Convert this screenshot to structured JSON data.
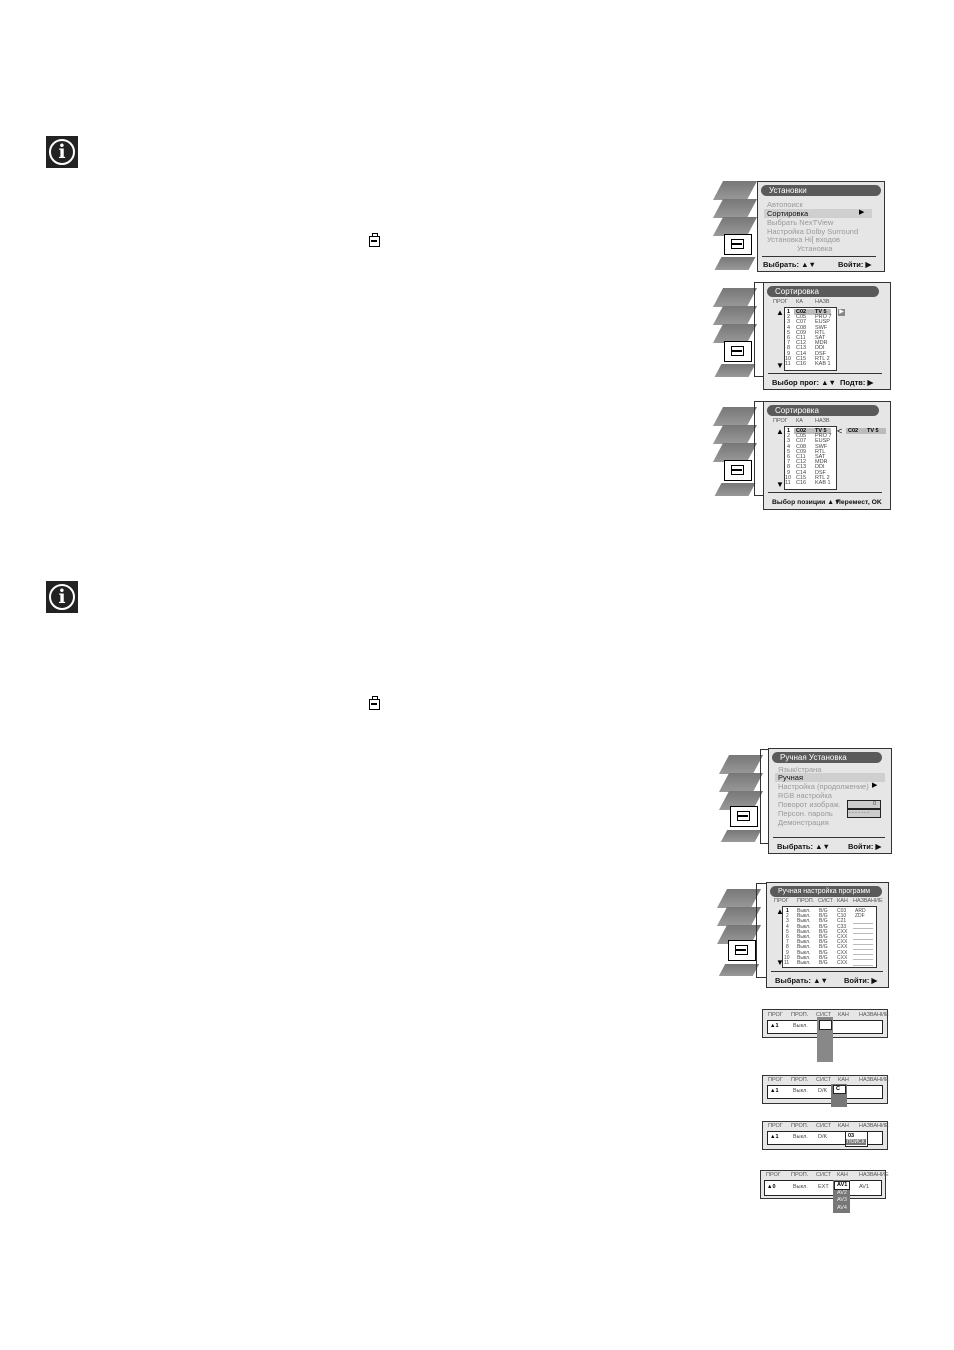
{
  "installation_menu": {
    "title": "Установки",
    "items": [
      "Автопоиск",
      "Сортировка",
      "Выбрать NexTView",
      "Настройка Dolby Surround",
      "Установка Hi[ входов",
      "Установка"
    ],
    "select_hint": "Выбрать: ▲▼",
    "enter_hint": "Войти: ▶"
  },
  "sort_menu_1": {
    "title": "Сортировка",
    "col_prog": "ПРОГ",
    "col_ch": "КА",
    "col_name": "НАЗВ",
    "rows": [
      [
        "1",
        "C02",
        "TV 5"
      ],
      [
        "2",
        "C05",
        "PRO 7"
      ],
      [
        "3",
        "C07",
        "EUSP"
      ],
      [
        "4",
        "C08",
        "SWF"
      ],
      [
        "5",
        "C09",
        "RTL"
      ],
      [
        "6",
        "C11",
        "SAT"
      ],
      [
        "7",
        "C12",
        "MDR"
      ],
      [
        "8",
        "C13",
        "DDI"
      ],
      [
        "9",
        "C14",
        "DSF"
      ],
      [
        "10",
        "C15",
        "RTL 2"
      ],
      [
        "11",
        "C16",
        "KAB 1"
      ]
    ],
    "footer_left": "Выбор прог: ▲▼",
    "footer_right": "Подтв: ▶"
  },
  "sort_menu_2": {
    "title": "Сортировка",
    "col_prog": "ПРОГ",
    "col_ch": "КА",
    "col_name": "НАЗВ",
    "moving_ch": "C02",
    "moving_name": "TV 5",
    "rows": [
      [
        "1",
        "C02",
        "TV 5"
      ],
      [
        "2",
        "C05",
        "PRO 7"
      ],
      [
        "3",
        "C07",
        "EUSP"
      ],
      [
        "4",
        "C08",
        "SWF"
      ],
      [
        "5",
        "C09",
        "RTL"
      ],
      [
        "6",
        "C11",
        "SAT"
      ],
      [
        "7",
        "C12",
        "MDR"
      ],
      [
        "8",
        "C13",
        "DDI"
      ],
      [
        "9",
        "C14",
        "DSF"
      ],
      [
        "10",
        "C15",
        "RTL 2"
      ],
      [
        "11",
        "C16",
        "KAB 1"
      ]
    ],
    "footer_left": "Выбор позиции ▲▼",
    "footer_right": "Перемест, OK"
  },
  "manual_setup_menu": {
    "title": "Ручная Установка",
    "items": [
      "Язык/страна",
      "Ручная",
      "Настройка (продолжение)",
      "RGB настройка",
      "Поворот изображ.",
      "Персон. пароль",
      "Демонстрация"
    ],
    "rotation_value": "0",
    "password_value": "- - - - - - -",
    "select_hint": "Выбрать: ▲▼",
    "enter_hint": "Войти: ▶"
  },
  "manual_program_menu": {
    "title": "Ручная настройка программ",
    "headers": [
      "ПРОГ",
      "ПРОП.",
      "СИСТ",
      "КАН",
      "НАЗВАНИЕ"
    ],
    "rows": [
      [
        "1",
        "Выкл.",
        "B/G",
        "C03",
        "ARD"
      ],
      [
        "2",
        "Выкл.",
        "B/G",
        "C10",
        "ZDF"
      ],
      [
        "3",
        "Выкл.",
        "B/G",
        "C21",
        ""
      ],
      [
        "4",
        "Выкл.",
        "B/G",
        "C33",
        ""
      ],
      [
        "5",
        "Выкл.",
        "B/G",
        "CXX",
        ""
      ],
      [
        "6",
        "Выкл.",
        "B/G",
        "CXX",
        ""
      ],
      [
        "7",
        "Выкл.",
        "B/G",
        "CXX",
        ""
      ],
      [
        "8",
        "Выкл.",
        "B/G",
        "CXX",
        ""
      ],
      [
        "9",
        "Выкл.",
        "B/G",
        "CXX",
        ""
      ],
      [
        "10",
        "Выкл.",
        "B/G",
        "CXX",
        ""
      ],
      [
        "11",
        "Выкл.",
        "B/G",
        "CXX",
        ""
      ]
    ],
    "select_hint": "Выбрать: ▲▼",
    "enter_hint": "Войти: ▶"
  },
  "strip_headers": [
    "ПРОГ",
    "ПРОП.",
    "СИСТ",
    "КАН",
    "НАЗВАНИЕ"
  ],
  "strip_1": {
    "prog": "▲1",
    "skip": "Выкл."
  },
  "strip_2": {
    "prog": "▲1",
    "skip": "Выкл.",
    "sys": "D/K",
    "ch_mode": "C"
  },
  "strip_3": {
    "prog": "▲1",
    "skip": "Выкл.",
    "sys": "D/K",
    "ch": "03",
    "name_placeholder": "ПОИСК"
  },
  "strip_4": {
    "prog": "▲0",
    "skip": "Выкл.",
    "sys": "EXT",
    "sel": "AV1",
    "name": "AV1",
    "options": [
      "AV1",
      "AV2",
      "AV3",
      "AV4"
    ]
  }
}
